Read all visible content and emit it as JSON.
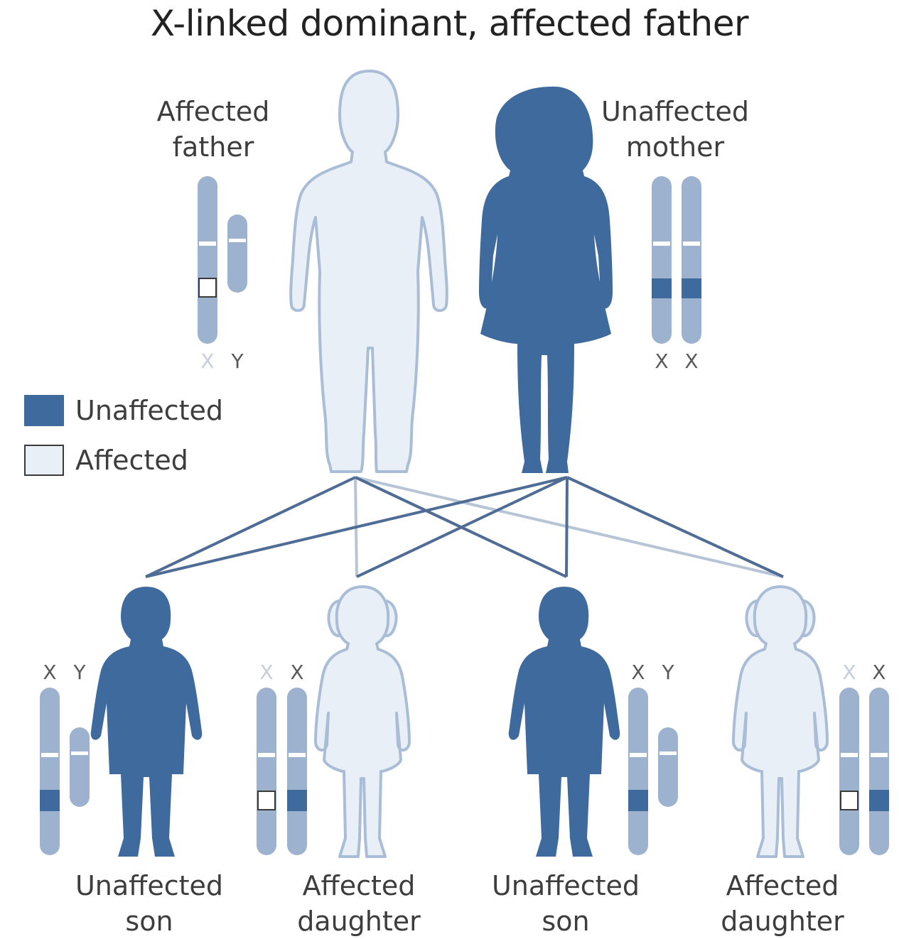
{
  "title": "X-linked dominant, affected father",
  "colors": {
    "dark": "#3f6a9e",
    "light": "#e9eff7",
    "outline": "#a9bdd6",
    "chromosome": "#9db2cf",
    "line_dark": "#4e6c94",
    "line_light": "#b6c4d6"
  },
  "legend": {
    "unaffected": "Unaffected",
    "affected": "Affected"
  },
  "parents": {
    "father": {
      "line1": "Affected",
      "line2": "father",
      "chrom1": "X",
      "chrom2": "Y"
    },
    "mother": {
      "line1": "Unaffected",
      "line2": "mother",
      "chrom1": "X",
      "chrom2": "X"
    }
  },
  "children": [
    {
      "line1": "Unaffected",
      "line2": "son",
      "chrom1": "X",
      "chrom2": "Y"
    },
    {
      "line1": "Affected",
      "line2": "daughter",
      "chrom1": "X",
      "chrom2": "X"
    },
    {
      "line1": "Unaffected",
      "line2": "son",
      "chrom1": "X",
      "chrom2": "Y"
    },
    {
      "line1": "Affected",
      "line2": "daughter",
      "chrom1": "X",
      "chrom2": "X"
    }
  ]
}
